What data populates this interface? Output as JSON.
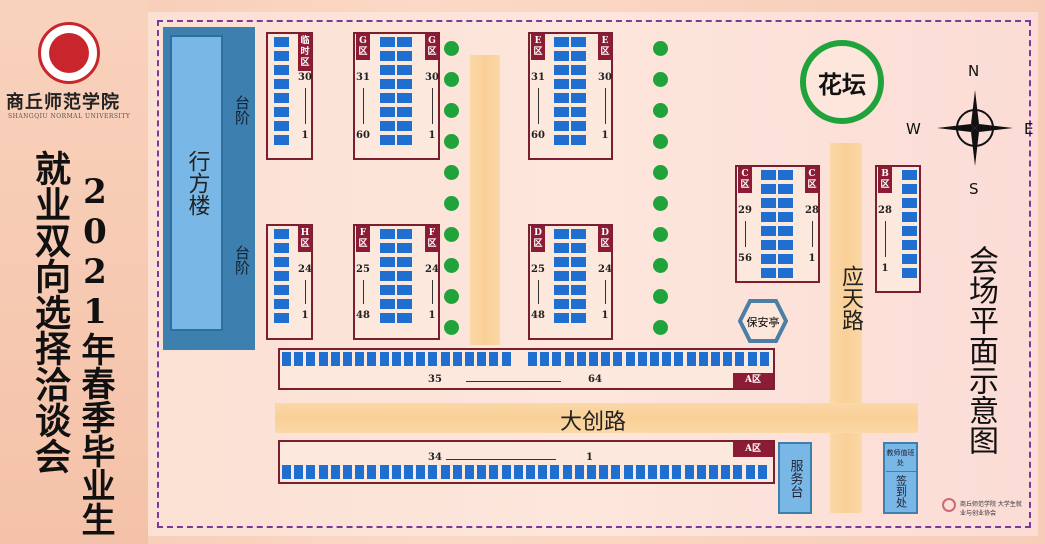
{
  "left_panel": {
    "school_name": "商丘师范学院",
    "school_name_en": "SHANGQIU NORMAL UNIVERSITY",
    "title_line1": "就业双向选择洽谈会",
    "title_line2": "2021年春季毕业生"
  },
  "map": {
    "building": "行方楼",
    "steps": [
      "台阶",
      "台阶"
    ],
    "blocks": [
      {
        "id": "temp",
        "left": "",
        "right": "临时区",
        "right_top": "30",
        "right_bottom": "1",
        "left_top": "",
        "left_bottom": "",
        "cols": 1
      },
      {
        "id": "G",
        "left": "G区",
        "right": "G区",
        "left_top": "31",
        "left_bottom": "60",
        "right_top": "30",
        "right_bottom": "1",
        "cols": 2
      },
      {
        "id": "E",
        "left": "E区",
        "right": "E区",
        "left_top": "31",
        "left_bottom": "60",
        "right_top": "30",
        "right_bottom": "1",
        "cols": 2
      },
      {
        "id": "H",
        "left": "",
        "right": "H区",
        "left_top": "",
        "left_bottom": "",
        "right_top": "24",
        "right_bottom": "1",
        "cols": 1
      },
      {
        "id": "F",
        "left": "F区",
        "right": "F区",
        "left_top": "25",
        "left_bottom": "48",
        "right_top": "24",
        "right_bottom": "1",
        "cols": 2
      },
      {
        "id": "D",
        "left": "D区",
        "right": "D区",
        "left_top": "25",
        "left_bottom": "48",
        "right_top": "24",
        "right_bottom": "1",
        "cols": 2
      },
      {
        "id": "C",
        "left": "C区",
        "right": "C区",
        "left_top": "29",
        "left_bottom": "56",
        "right_top": "28",
        "right_bottom": "1",
        "cols": 2
      },
      {
        "id": "B",
        "left": "B区",
        "right": "",
        "left_top": "28",
        "left_bottom": "1",
        "right_top": "",
        "right_bottom": "",
        "cols": 1
      }
    ],
    "row_a_top": {
      "label": "A区",
      "start": "35",
      "end": "64"
    },
    "row_a_bottom": {
      "label": "A区",
      "start": "34",
      "end": "1"
    },
    "roads": {
      "dachuang": "大创路",
      "yingtian": "应天路"
    },
    "flower_bed": "花坛",
    "security": "保安亭",
    "service_desk": "服务台",
    "teacher_duty": "教师值班处",
    "check_in": "签到处",
    "compass": {
      "n": "N",
      "s": "S",
      "w": "W",
      "e": "E"
    },
    "map_title": "会场平面示意图",
    "footer_org": "商丘师范学院 大学生就业与创业协会"
  },
  "colors": {
    "booth": "#1f6fd0",
    "label": "#8c1c35",
    "tree": "#21a33c"
  }
}
